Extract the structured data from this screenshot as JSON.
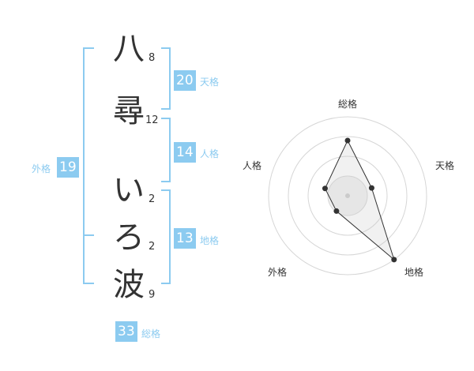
{
  "name_chars": [
    {
      "char": "八",
      "strokes": "8"
    },
    {
      "char": "尋",
      "strokes": "12"
    },
    {
      "char": "い",
      "strokes": "2"
    },
    {
      "char": "ろ",
      "strokes": "2"
    },
    {
      "char": "波",
      "strokes": "9"
    }
  ],
  "fortunes": {
    "tenkaku": {
      "value": "20",
      "label": "天格"
    },
    "jinkaku": {
      "value": "14",
      "label": "人格"
    },
    "chikaku": {
      "value": "13",
      "label": "地格"
    },
    "gaikaku": {
      "value": "19",
      "label": "外格"
    },
    "soukaku": {
      "value": "33",
      "label": "総格"
    }
  },
  "colors": {
    "accent": "#8ccbf0",
    "text": "#333333",
    "radar_fill": "#f0f0f0"
  },
  "chart_data": {
    "type": "radar",
    "axes": [
      "総格",
      "天格",
      "地格",
      "外格",
      "人格"
    ],
    "values": [
      3.5,
      1.6,
      5.0,
      1.2,
      1.5
    ],
    "max": 5,
    "rings": 4
  }
}
